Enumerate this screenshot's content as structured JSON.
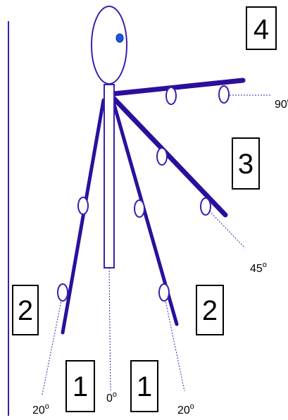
{
  "colors": {
    "limb": "#2b0f9c",
    "outline": "#3a1fb0",
    "eye": "#1a58e0",
    "eye_rim": "#0b2a9a",
    "guide": "#3a1fb0",
    "box_border": "#000000"
  },
  "boxes": {
    "b4": "4",
    "b3": "3",
    "b2_left": "2",
    "b2_right": "2",
    "b1_left": "1",
    "b1_right": "1"
  },
  "angles": {
    "a90": {
      "value": "90",
      "unit": "o"
    },
    "a45": {
      "value": "45",
      "unit": "o"
    },
    "a0": {
      "value": "0",
      "unit": "o"
    },
    "a20_left": {
      "value": "20",
      "unit": "o"
    },
    "a20_right": {
      "value": "20",
      "unit": "o"
    }
  }
}
